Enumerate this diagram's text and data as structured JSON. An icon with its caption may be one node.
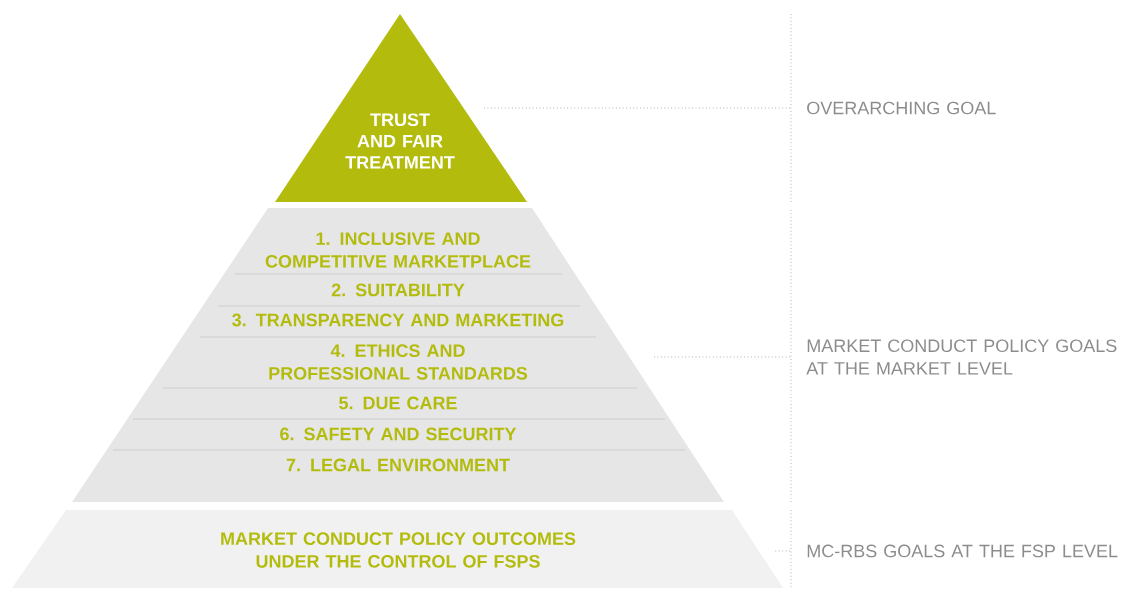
{
  "diagram": {
    "nodes": [
      {
        "text": [
          "TRUST AND FAIR TREATMENT"
        ]
      },
      {
        "text": [],
        "shape": "trapezoid"
      },
      {
        "text": [
          "1. INCLUSIVE AND COMPETITIVE MARKETPLACE"
        ],
        "in": 1
      },
      {
        "text": [
          "2. SUITABILITY"
        ],
        "in": 1
      },
      {
        "text": [
          "3. TRANSPARENCY AND MARKETING"
        ],
        "in": 1
      },
      {
        "text": [
          "4. ETHICS AND PROFESSIONAL STANDARDS"
        ],
        "in": 1
      },
      {
        "text": [
          "5. DUE CARE"
        ],
        "in": 1
      },
      {
        "text": [
          "6. SAFETY AND SECURITY"
        ],
        "in": 1
      },
      {
        "text": [
          "7. LEGAL ENVIRONMENT"
        ],
        "in": 1
      },
      {
        "text": [
          "MARKET CONDUCT POLICY OUTCOMES UNDER THE CONTROL OF FSPS"
        ]
      },
      {
        "text": [
          "OVERARCHING GOAL"
        ]
      },
      {
        "text": [
          "MARKET CONDUCT POLICY GOALS AT THE MARKET LEVEL"
        ]
      },
      {
        "text": [
          "MC-RBS GOALS AT THE FSP LEVEL"
        ]
      }
    ],
    "edges": [
      {
        "from": 10,
        "to": 0,
        "arrow": "none"
      },
      {
        "from": 11,
        "to": 1,
        "arrow": "none"
      },
      {
        "from": 12,
        "to": 9,
        "arrow": "none"
      }
    ]
  }
}
